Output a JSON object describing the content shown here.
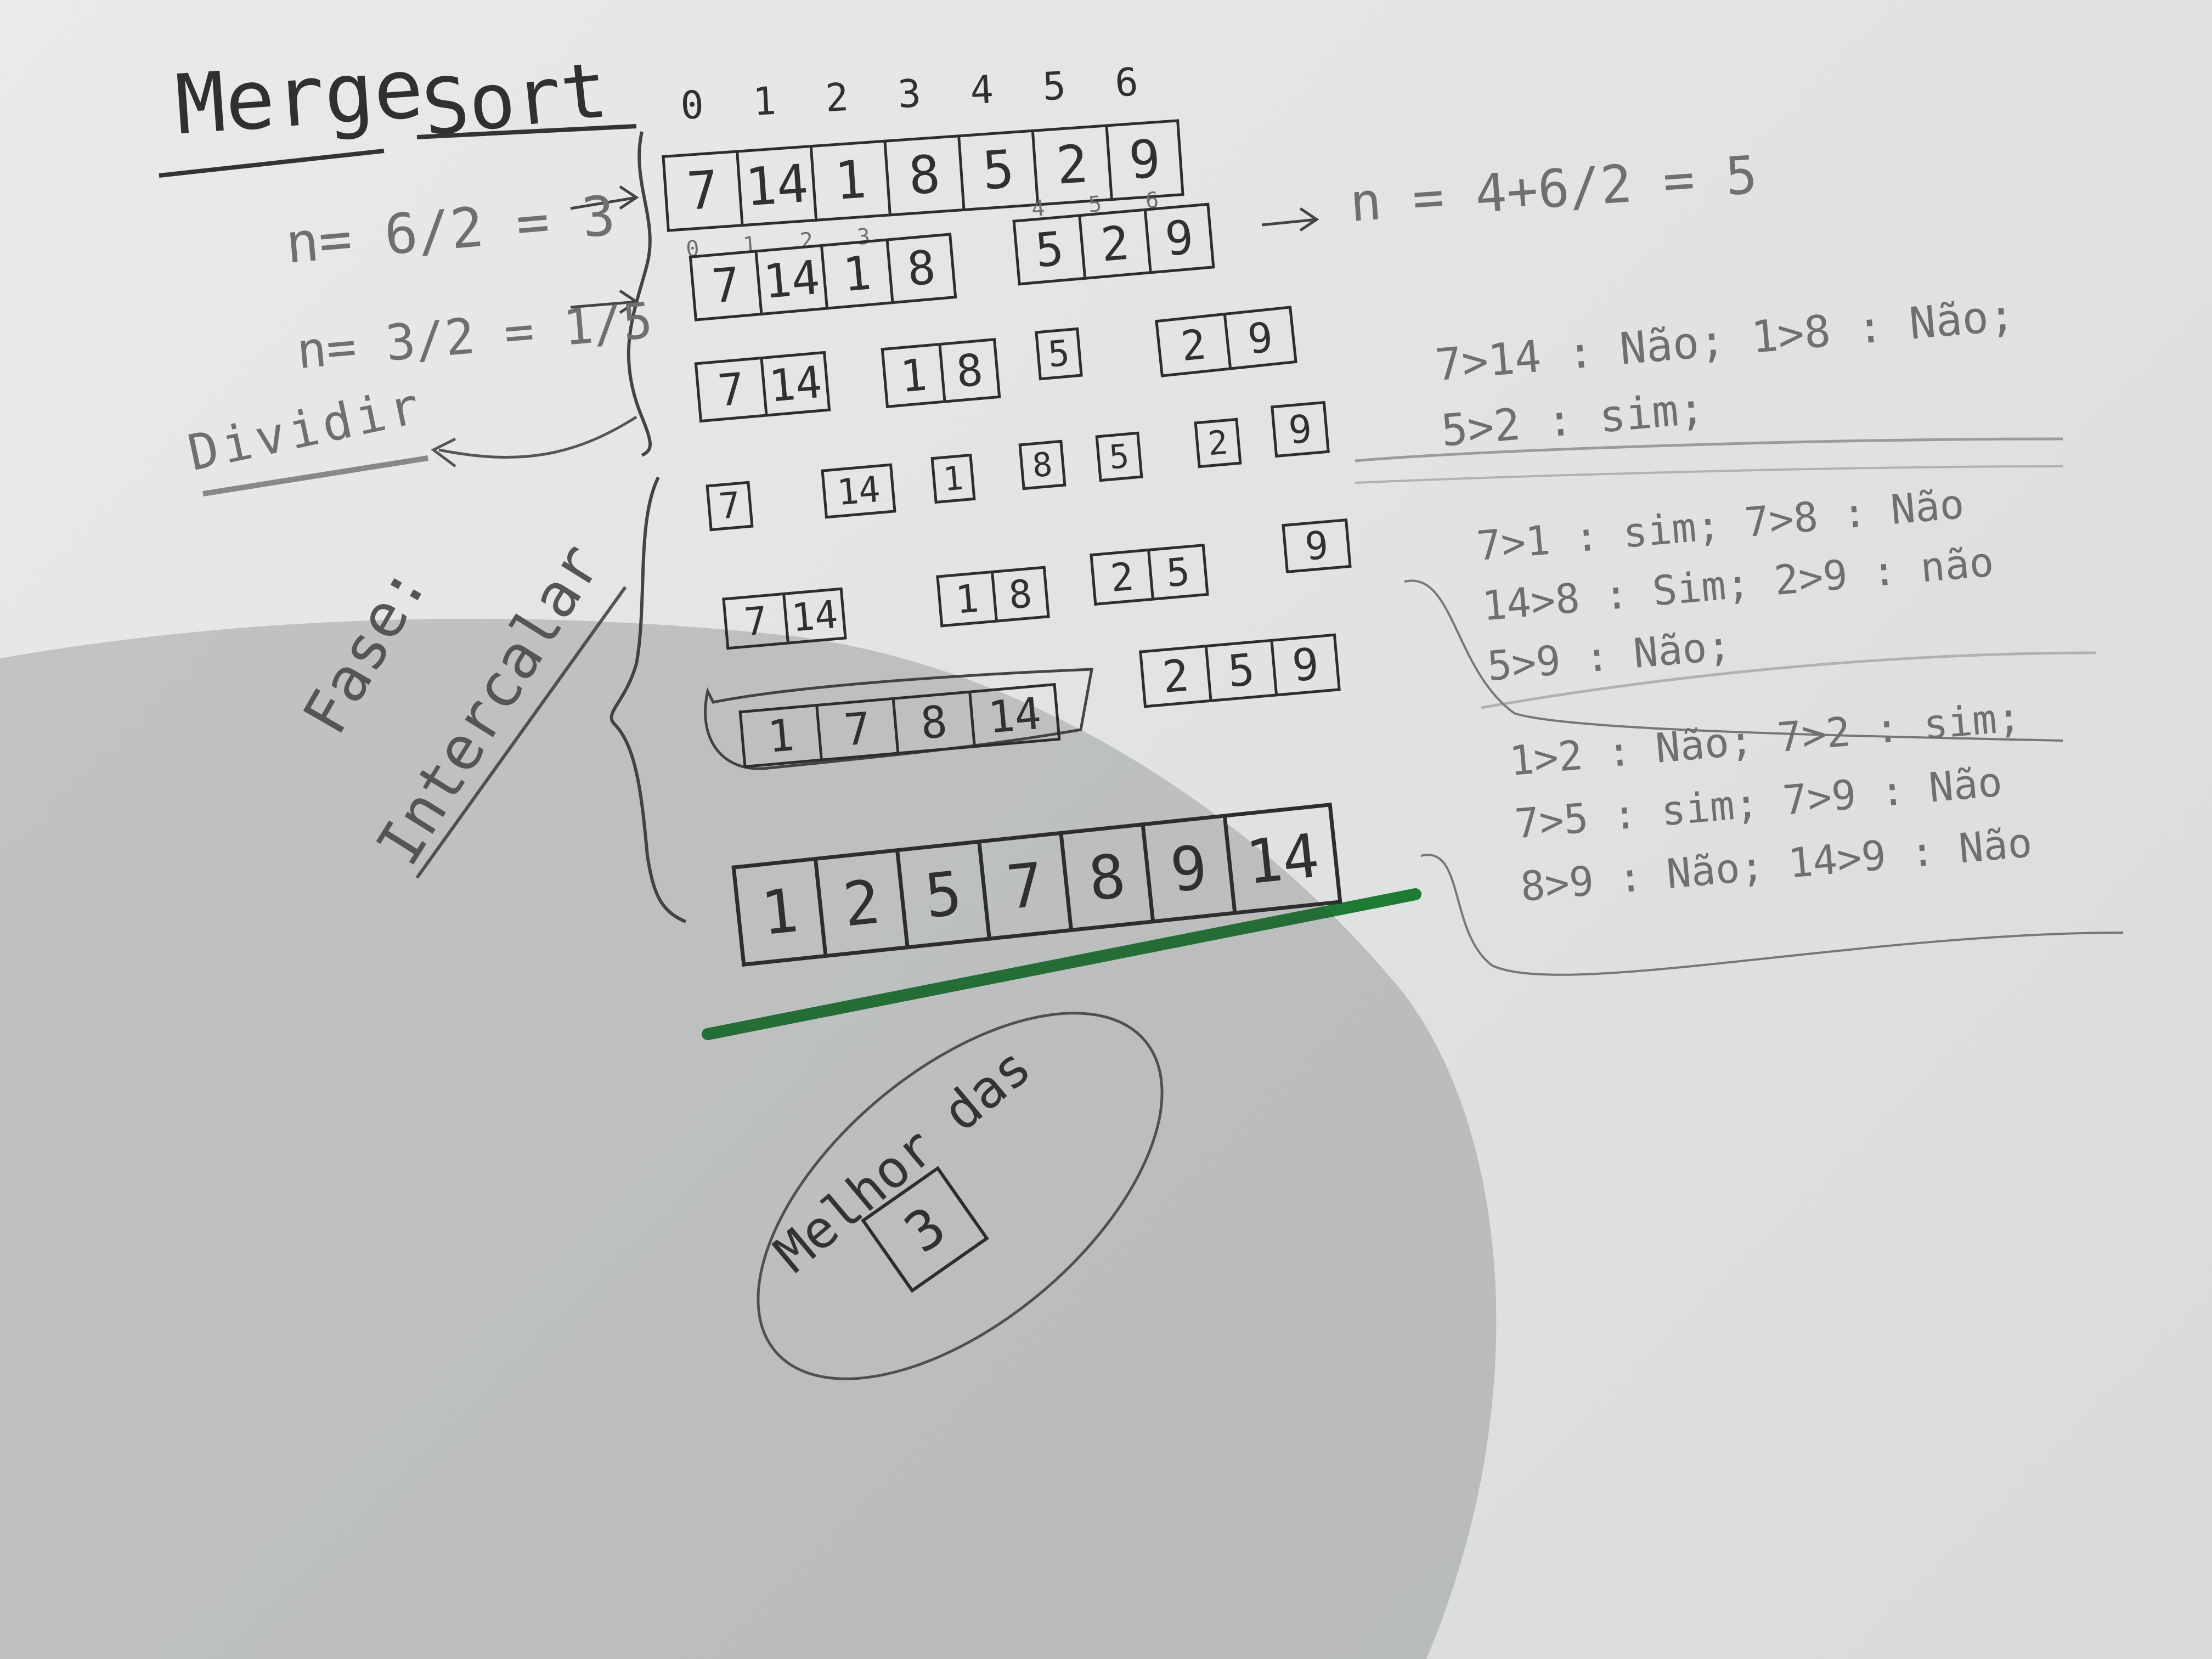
{
  "title": {
    "word1": "Merge",
    "word2": "Sort"
  },
  "indices_top": [
    "0",
    "1",
    "2",
    "3",
    "4",
    "5",
    "6"
  ],
  "arrays": {
    "original": [
      "7",
      "14",
      "1",
      "8",
      "5",
      "2",
      "9"
    ],
    "split_left": [
      "7",
      "14",
      "1",
      "8"
    ],
    "split_right": [
      "5",
      "2",
      "9"
    ],
    "split_left_indices": [
      "0",
      "1",
      "2",
      "3"
    ],
    "split_right_indices": [
      "4",
      "5",
      "6"
    ],
    "level2": [
      [
        "7",
        "14"
      ],
      [
        "1",
        "8"
      ],
      [
        "5"
      ],
      [
        "2",
        "9"
      ]
    ],
    "singles": [
      "7",
      "14",
      "1",
      "8",
      "5",
      "2",
      "9"
    ],
    "merge1": [
      [
        "7",
        "14"
      ],
      [
        "1",
        "8"
      ],
      [
        "2",
        "5"
      ],
      [
        "9"
      ]
    ],
    "merge2": [
      [
        "1",
        "7",
        "8",
        "14"
      ],
      [
        "2",
        "5",
        "9"
      ]
    ],
    "final": [
      "1",
      "2",
      "5",
      "7",
      "8",
      "9",
      "14"
    ]
  },
  "formulas": {
    "f1": "n= 6/2 = 3",
    "f2": "n= 3/2 = 1/5",
    "f3": "n = 4+6/2 = 5"
  },
  "phase_labels": {
    "divide": "Dividir",
    "merge_phase": "Fase:",
    "merge": "Intercalar"
  },
  "comparisons": {
    "group1": [
      "7>14 : Não; 1>8 : Não;",
      "5>2 : sim;"
    ],
    "group2": [
      "7>1 : sim; 7>8 : Não",
      "14>8 : Sim; 2>9 : não",
      "5>9 : Não;"
    ],
    "group3": [
      "1>2 : Não; 7>2 : sim;",
      "7>5 : sim; 7>9 : Não",
      "8>9 : Não; 14>9 : Não"
    ]
  },
  "note": {
    "text": "Melhor das",
    "number": "3"
  },
  "colors": {
    "ink": "#2d2d2d",
    "green": "#1f7a35",
    "paper": "#e6e8e7"
  }
}
